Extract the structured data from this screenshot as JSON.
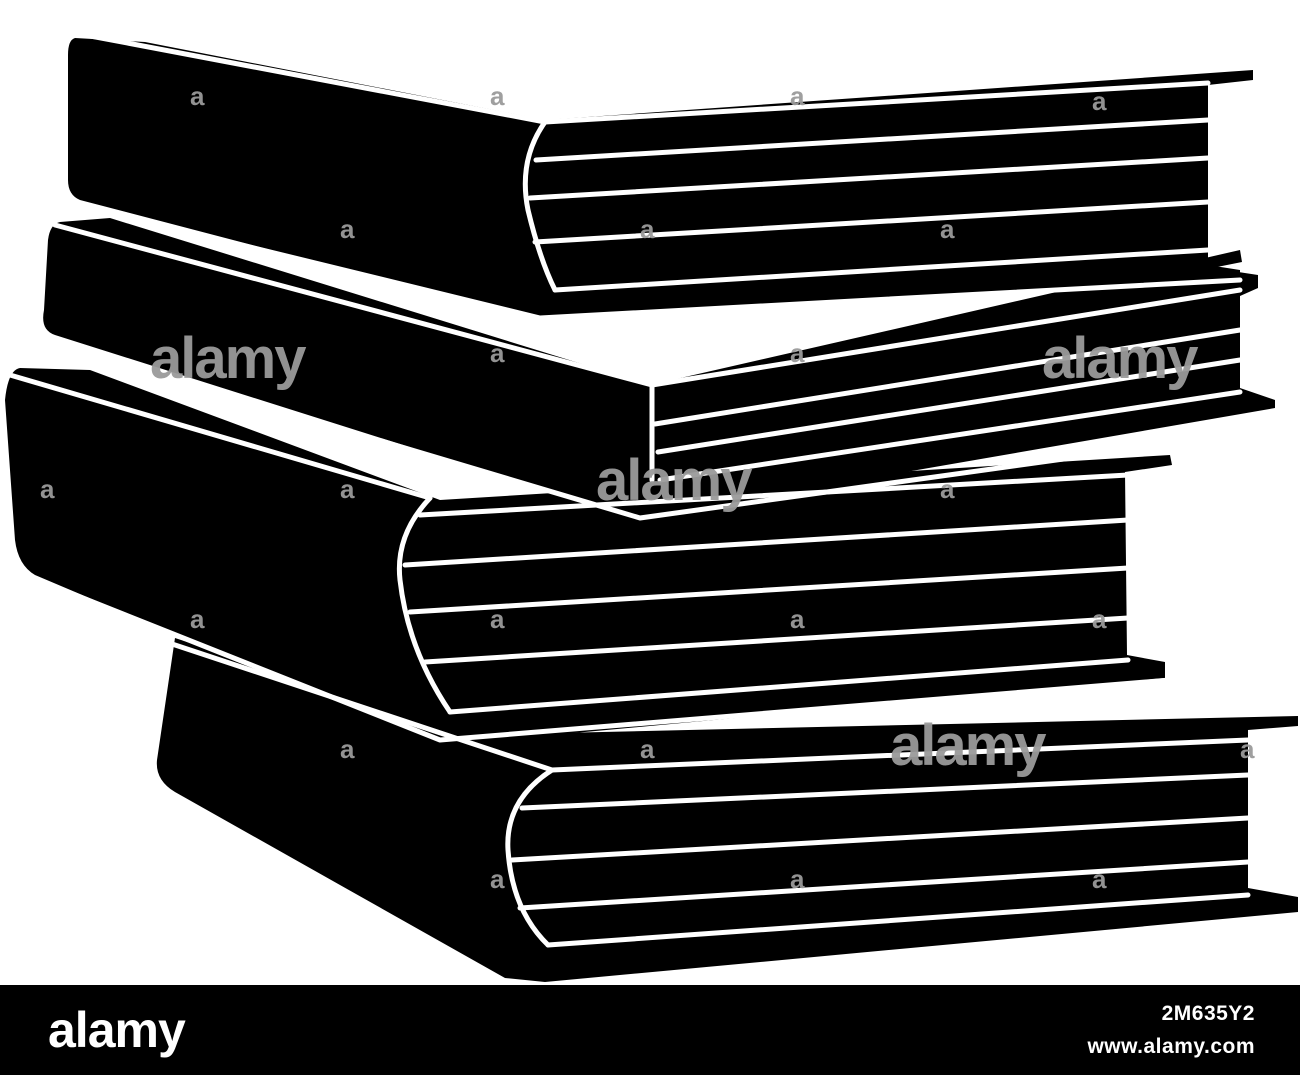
{
  "watermark": {
    "brand": "alamy",
    "letter": "a"
  },
  "footer": {
    "brand": "alamy",
    "image_id": "2M635Y2",
    "site": "www.alamy.com"
  },
  "colors": {
    "ink": "#000000",
    "paper": "#ffffff",
    "watermark": "#9a9a9a",
    "footer_bg": "#000000",
    "footer_text": "#ffffff"
  }
}
